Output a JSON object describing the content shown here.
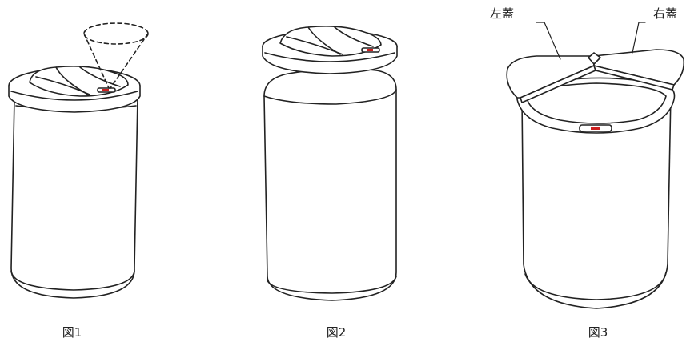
{
  "figures": [
    {
      "caption": "図1"
    },
    {
      "caption": "図2"
    },
    {
      "caption": "図3"
    }
  ],
  "callouts": {
    "left_lid": "左蓋",
    "right_lid": "右蓋"
  },
  "colors": {
    "line": "#222222",
    "sensor_red": "#cc1f1f"
  }
}
